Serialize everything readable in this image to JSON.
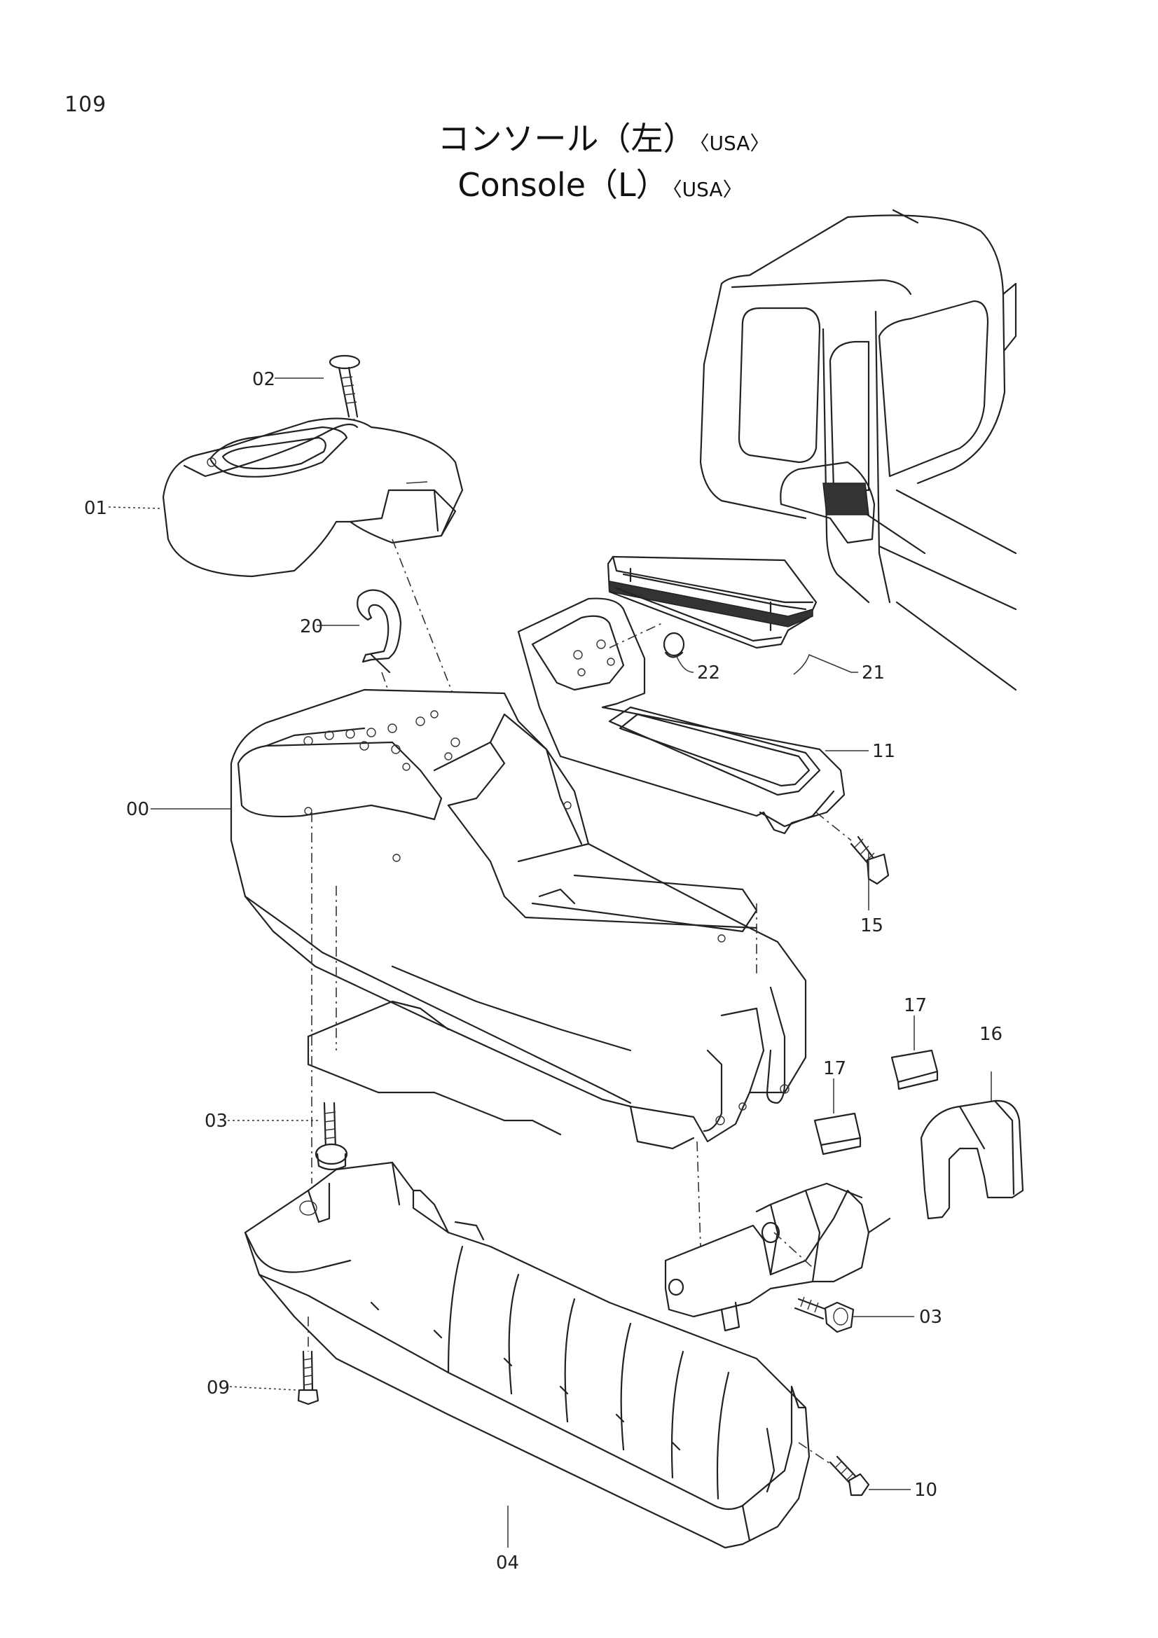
{
  "page": {
    "number": "109"
  },
  "title": {
    "japanese": "コンソール（左）",
    "english": "Console（L）",
    "variant_tag": "〈USA〉"
  },
  "callouts": {
    "c00": "00",
    "c01": "01",
    "c02": "02",
    "c03a": "03",
    "c03b": "03",
    "c04": "04",
    "c09": "09",
    "c10": "10",
    "c11": "11",
    "c15": "15",
    "c16": "16",
    "c17a": "17",
    "c17b": "17",
    "c20": "20",
    "c21": "21",
    "c22": "22"
  }
}
